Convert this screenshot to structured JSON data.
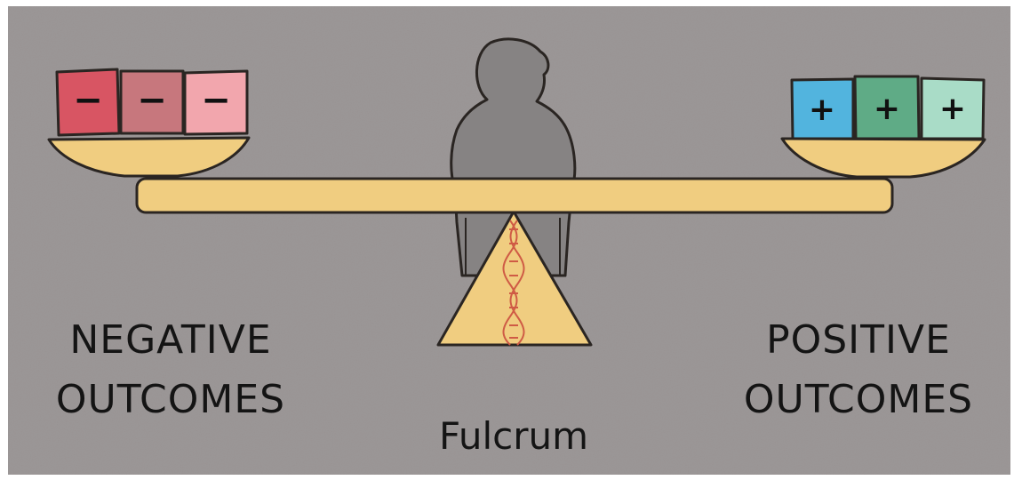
{
  "diagram": {
    "labels": {
      "negative_line1": "NEGATIVE",
      "negative_line2": "OUTCOMES",
      "positive_line1": "POSITIVE",
      "positive_line2": "OUTCOMES",
      "fulcrum": "Fulcrum"
    },
    "negative_blocks": [
      {
        "sign": "−",
        "color": "#d85563"
      },
      {
        "sign": "−",
        "color": "#c7777d"
      },
      {
        "sign": "−",
        "color": "#f2a6ad"
      }
    ],
    "positive_blocks": [
      {
        "sign": "+",
        "color": "#52b4de"
      },
      {
        "sign": "+",
        "color": "#5fab86"
      },
      {
        "sign": "+",
        "color": "#a9dcc7"
      }
    ],
    "colors": {
      "background": "#9b9797",
      "beam": "#f0cd80",
      "fulcrum": "#f0cd80",
      "dna": "#cf5b45",
      "person_silhouette": "#868383",
      "outline": "#2a2522"
    },
    "icons": {
      "person": "person-silhouette-icon",
      "dna": "dna-helix-icon"
    }
  }
}
